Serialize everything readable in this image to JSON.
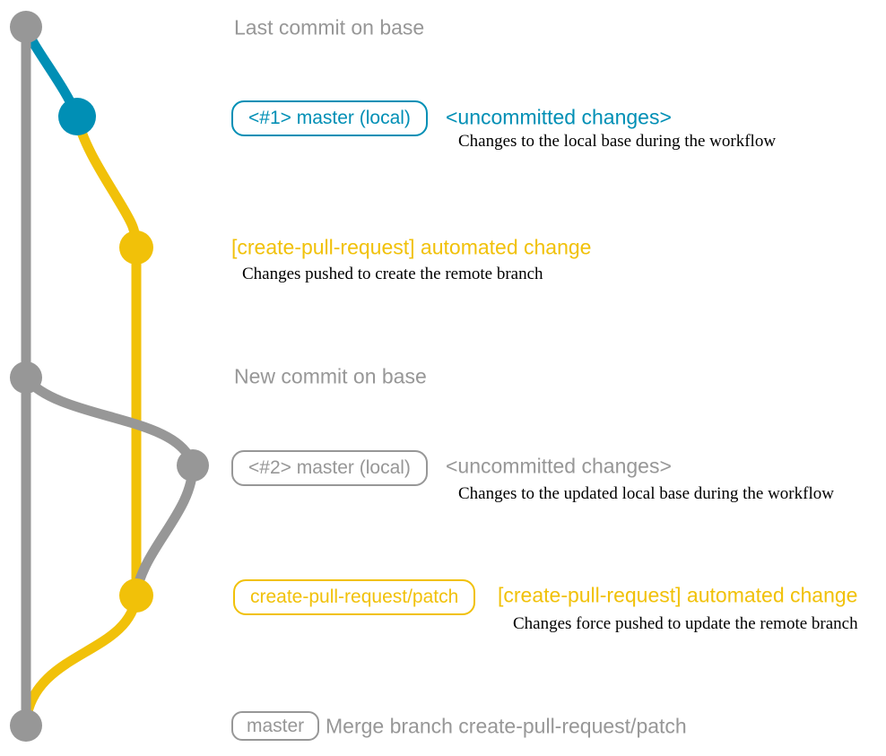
{
  "colors": {
    "gray": "#979797",
    "teal": "#008fb5",
    "yellow": "#f1c109",
    "desc_text": "#000000",
    "background": "#ffffff"
  },
  "icons": {
    "commit_dot": "filled-circle",
    "branch_line": "curved-path"
  },
  "annotations": {
    "last_commit": {
      "label": "Last commit on base"
    },
    "local1": {
      "badge": "<#1> master (local)",
      "title": "<uncommitted changes>",
      "desc": "Changes to the local base during the workflow"
    },
    "push1": {
      "title": "[create-pull-request] automated change",
      "desc": "Changes pushed to create the remote branch"
    },
    "new_commit": {
      "label": "New commit on base"
    },
    "local2": {
      "badge": "<#2> master (local)",
      "title": "<uncommitted changes>",
      "desc": "Changes to the updated local base during the workflow"
    },
    "push2": {
      "badge": "create-pull-request/patch",
      "title": "[create-pull-request] automated change",
      "desc": "Changes force pushed to update the remote branch"
    },
    "merge": {
      "badge": "master",
      "label": "Merge branch create-pull-request/patch"
    }
  }
}
